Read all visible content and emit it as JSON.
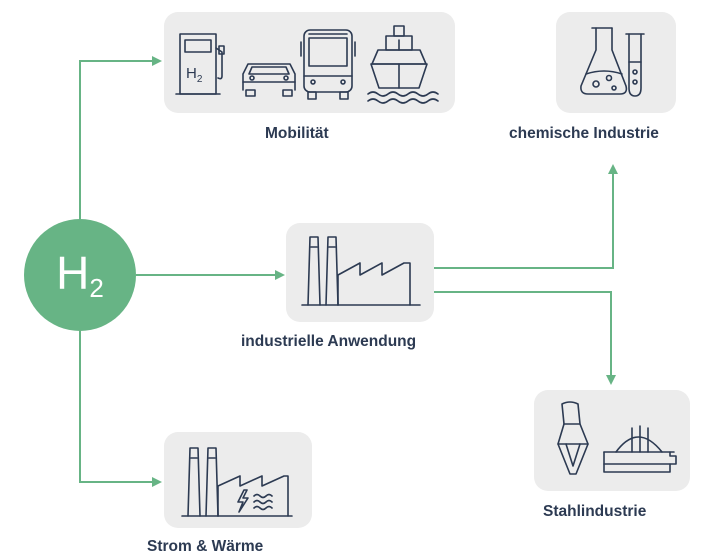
{
  "hub": {
    "symbol": "H",
    "subscript": "2"
  },
  "nodes": {
    "mobility": {
      "label": "Mobilität",
      "pump_text": "H",
      "pump_sub": "2"
    },
    "chemical": {
      "label": "chemische Industrie"
    },
    "industrial": {
      "label": "industrielle Anwendung"
    },
    "steel": {
      "label": "Stahlindustrie"
    },
    "power": {
      "label": "Strom & Wärme"
    }
  },
  "colors": {
    "hub": "#67b485",
    "arrow": "#67b485",
    "icon": "#2c3a52",
    "card": "#ececec",
    "text": "#2c3a52"
  }
}
